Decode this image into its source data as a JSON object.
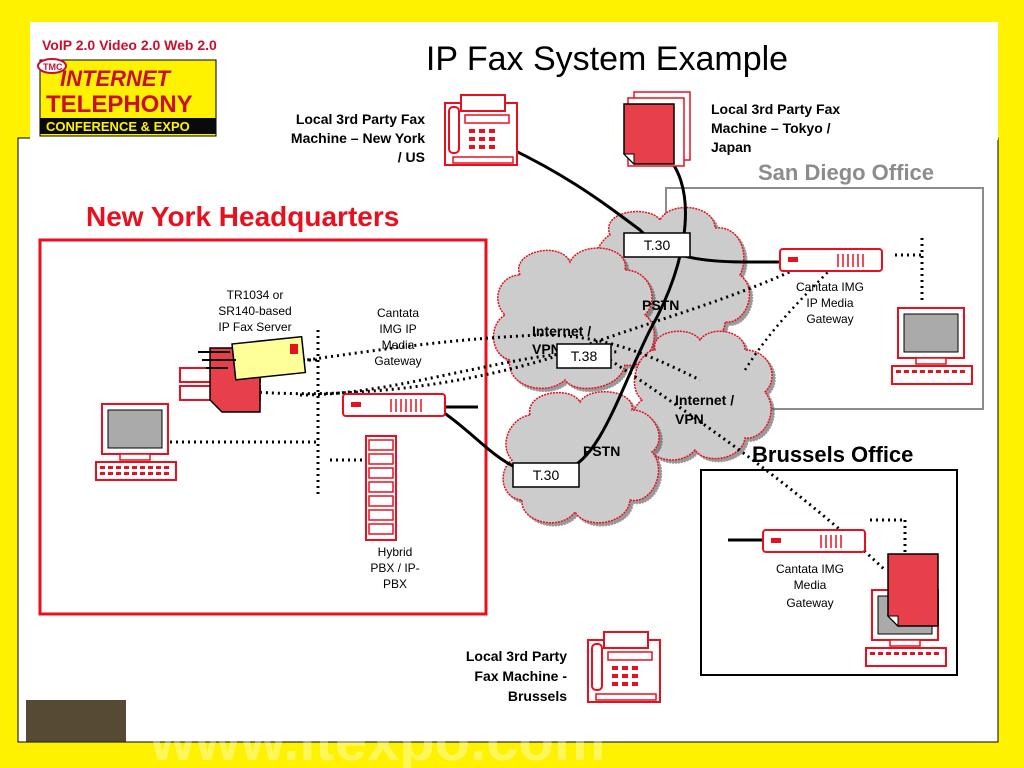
{
  "header": {
    "tags": "VoIP 2.0  Video 2.0  Web 2.0",
    "logo_badge": "TMC",
    "logo_line1": "INTERNET",
    "logo_line2": "TELEPHONY",
    "logo_line3": "CONFERENCE & EXPO"
  },
  "title": "IP Fax System Example",
  "watermark": "www.itexpo.com",
  "labels": {
    "ny_fax": [
      "Local 3rd Party Fax",
      "Machine – New York",
      "/ US"
    ],
    "tokyo_fax": [
      "Local 3rd Party Fax",
      "Machine – Tokyo /",
      "Japan"
    ],
    "brussels_fax": [
      "Local 3rd Party",
      "Fax Machine -",
      "Brussels"
    ],
    "san_diego": "San Diego Office",
    "new_york": "New York Headquarters",
    "brussels": "Brussels Office",
    "fax_server": [
      "TR1034 or",
      "SR140-based",
      "IP Fax Server"
    ],
    "ny_gateway": [
      "Cantata",
      "IMG IP",
      "Media",
      "Gateway"
    ],
    "pbx": [
      "Hybrid",
      "PBX / IP-",
      "PBX"
    ],
    "sd_gateway": [
      "Cantata IMG",
      "IP Media",
      "Gateway"
    ],
    "br_gateway": [
      "Cantata IMG",
      "Media",
      "Gateway"
    ],
    "pstn_top": "PSTN",
    "pstn_bottom": "PSTN",
    "internet_vpn_left": [
      "Internet /",
      "VPN"
    ],
    "internet_vpn_right": [
      "Internet /",
      "VPN"
    ],
    "t30_top": "T.30",
    "t38": "T.38",
    "t30_bottom": "T.30"
  },
  "colors": {
    "background": "#fff200",
    "accent_red": "#e8101f",
    "cloud": "#cccccc",
    "office_grey": "#8c8c8c"
  }
}
